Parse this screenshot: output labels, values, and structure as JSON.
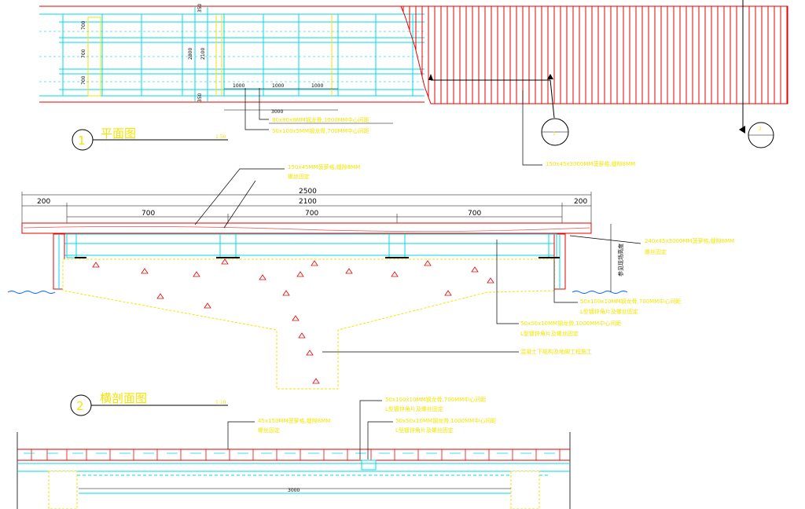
{
  "plan": {
    "dims_left": [
      "700",
      "700",
      "700"
    ],
    "dims_right_total": "2800",
    "dims_right_inner": "2100",
    "dims_right_top": "350",
    "dims_right_bottom": "350",
    "dims_bottom": [
      "1000",
      "1000",
      "1000"
    ],
    "dim_total": "3000",
    "note1": "80x80x8MM钢龙骨,1000MM中心间距",
    "note2": "50x100x5MM钢龙骨,700MM中心间距",
    "note3": "150x45x3000MM菠萝格,缝隙8MM",
    "marker1": "1",
    "marker2": "2"
  },
  "title1": {
    "num": "1",
    "text": "平面图",
    "scale": "1:50"
  },
  "section": {
    "dim_total": "2500",
    "dim_inner": "2100",
    "dim_left": "200",
    "dim_right": "200",
    "dim_spans": [
      "700",
      "700",
      "700"
    ],
    "note_top_1": "150x45MM菠萝格,缝隙8MM",
    "note_top_2": "螺丝固定",
    "note_r1_1": "240x45x3000MM菠萝格,缝隙8MM",
    "note_r1_2": "螺丝固定",
    "side_text": "参见现场高度",
    "note_r2_1": "50x100x10MM钢龙骨,700MM中心间距",
    "note_r2_2": "L型镀锌角片及螺丝固定",
    "note_r3_1": "50x50x10MM钢龙骨,1000MM中心间距",
    "note_r3_2": "L型镀锌角片及螺丝固定",
    "note_r4": "混凝土下结构及地脚工程施工"
  },
  "title2": {
    "num": "2",
    "text": "横剖面图",
    "scale": "1:10"
  },
  "section2": {
    "note_a1": "45x150MM菠萝格,缝隙8MM",
    "note_a2": "螺丝固定",
    "note_b1": "50x100x10MM钢龙骨,700MM中心间距",
    "note_b2": "L型镀锌角片及螺丝固定",
    "note_c1": "50x50x10MM钢龙骨,1000MM中心间距",
    "note_c2": "L型镀锌角片及螺丝固定",
    "dim_total": "3000"
  },
  "colors": {
    "cyan": "#00d8e8",
    "red": "#e80000",
    "yellow": "#f2e600",
    "black": "#000000"
  }
}
